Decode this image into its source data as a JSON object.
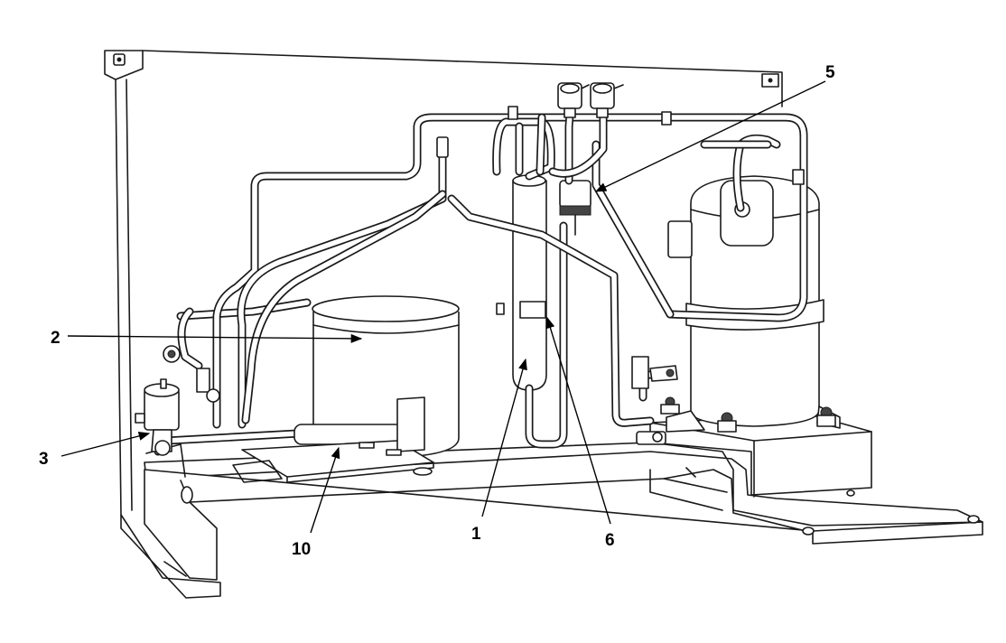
{
  "callouts": [
    {
      "id": "c1",
      "label": "1"
    },
    {
      "id": "c2",
      "label": "2"
    },
    {
      "id": "c3",
      "label": "3"
    },
    {
      "id": "c5",
      "label": "5"
    },
    {
      "id": "c6",
      "label": "6"
    },
    {
      "id": "c10",
      "label": "10"
    }
  ],
  "colors": {
    "line": "#1a1a1a",
    "background": "#ffffff",
    "shade": "#e9e9e9"
  }
}
